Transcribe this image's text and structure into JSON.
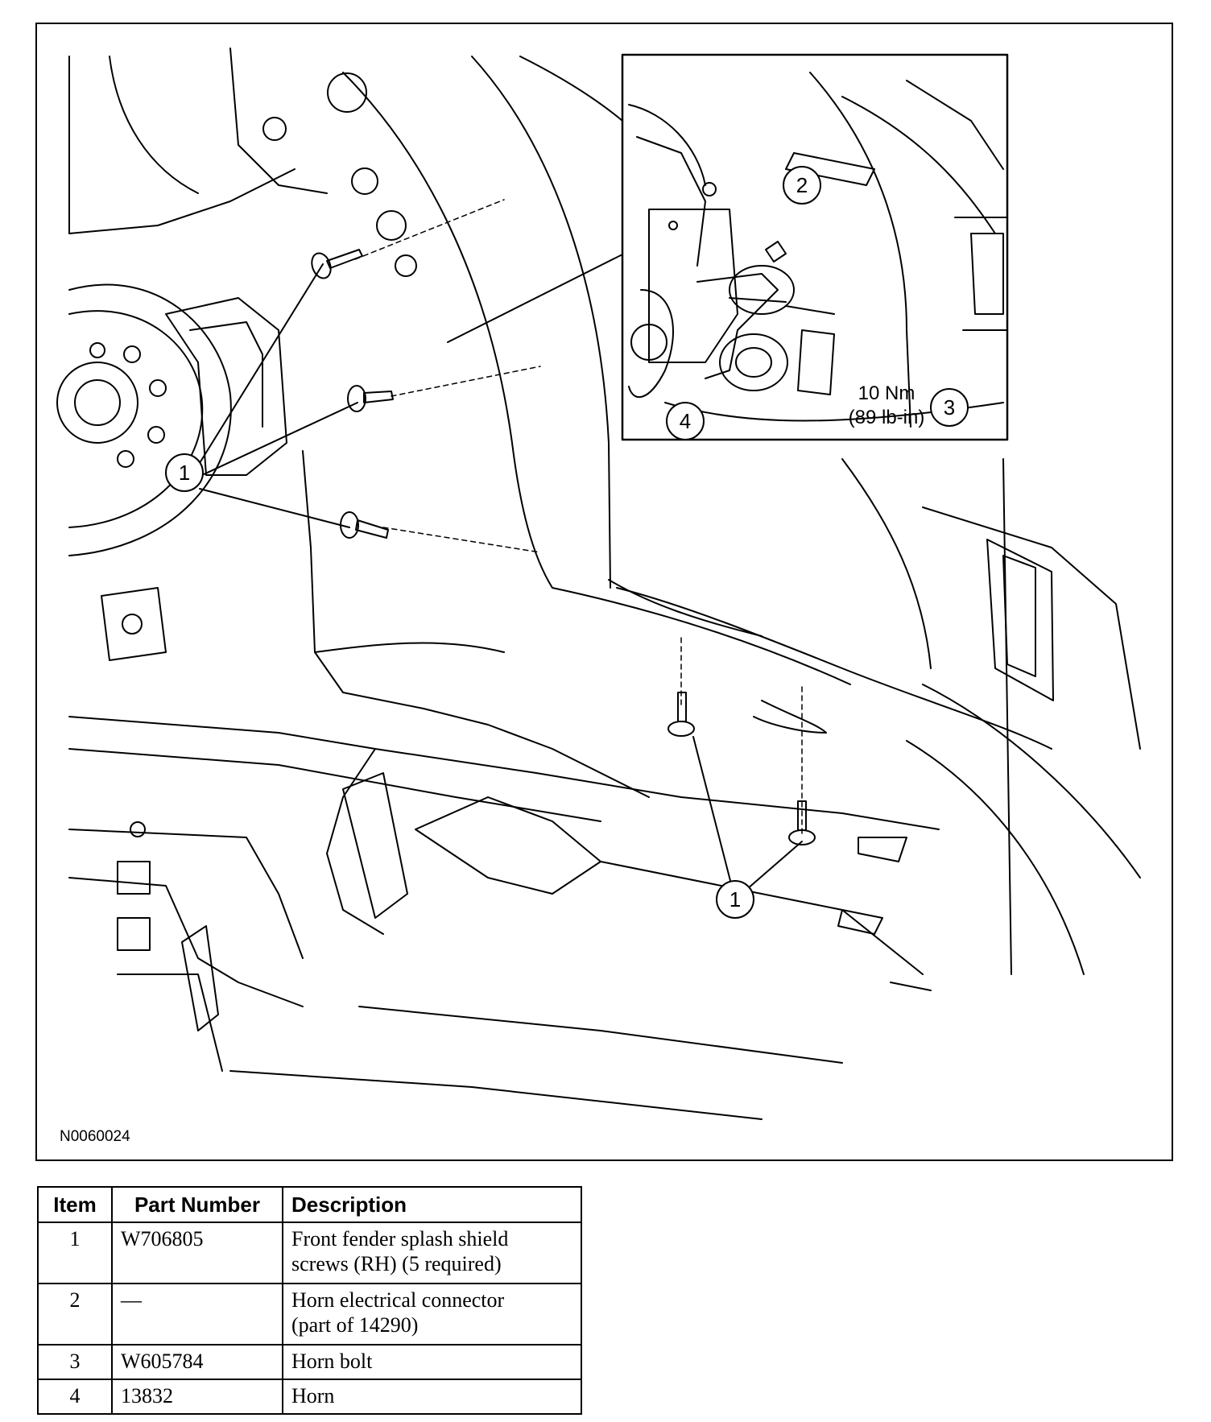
{
  "figure": {
    "id_label": "N0060024",
    "callouts": [
      {
        "number": "1"
      },
      {
        "number": "1"
      },
      {
        "number": "2"
      },
      {
        "number": "3"
      },
      {
        "number": "4"
      }
    ],
    "torque": {
      "line1": "10 Nm",
      "line2": "(89 lb-in)"
    }
  },
  "table": {
    "headers": {
      "item": "Item",
      "part_number": "Part Number",
      "description": "Description"
    },
    "rows": [
      {
        "item": "1",
        "part_number": "W706805",
        "description_line1": "Front fender splash shield",
        "description_line2": "screws (RH) (5 required)"
      },
      {
        "item": "2",
        "part_number": "—",
        "description_line1": "Horn electrical connector",
        "description_line2": "(part of 14290)"
      },
      {
        "item": "3",
        "part_number": "W605784",
        "description_line1": "Horn bolt",
        "description_line2": ""
      },
      {
        "item": "4",
        "part_number": "13832",
        "description_line1": "Horn",
        "description_line2": ""
      }
    ]
  }
}
